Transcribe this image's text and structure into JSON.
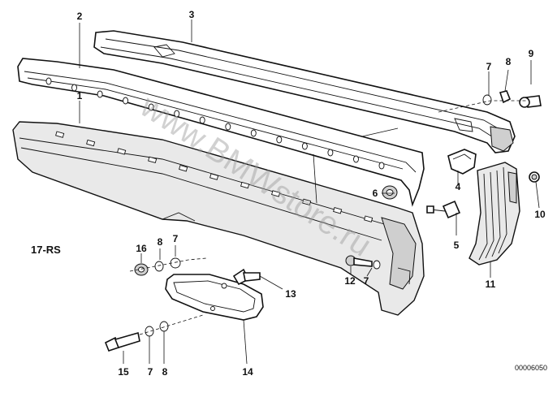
{
  "diagram": {
    "group_label": "17-RS",
    "catalog_code": "00006050",
    "watermark": "www.BMWstore.ru",
    "callouts": [
      "1",
      "2",
      "3",
      "4",
      "5",
      "6",
      "7",
      "7",
      "7",
      "7",
      "8",
      "8",
      "8",
      "9",
      "10",
      "11",
      "12",
      "13",
      "14",
      "15",
      "16"
    ]
  }
}
